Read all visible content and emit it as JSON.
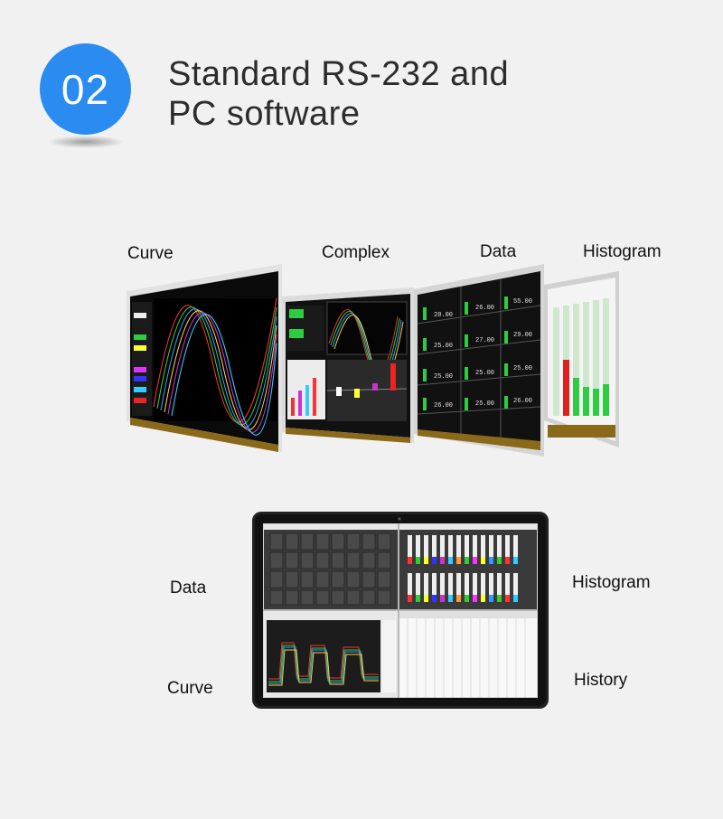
{
  "badge": {
    "number": "02"
  },
  "title": {
    "line1": "Standard RS-232 and",
    "line2": "PC software"
  },
  "screen_labels": {
    "curve": "Curve",
    "complex": "Complex",
    "data": "Data",
    "histogram": "Histogram"
  },
  "monitor_labels": {
    "data": "Data",
    "histogram": "Histogram",
    "curve": "Curve",
    "history": "History"
  },
  "colors": {
    "badge": "#2a8cf0",
    "screen_bg": "#0b0b0b",
    "bezel": "#d9d9d9",
    "value_text": "#ffd24a",
    "indicator_green": "#2ecc40"
  }
}
